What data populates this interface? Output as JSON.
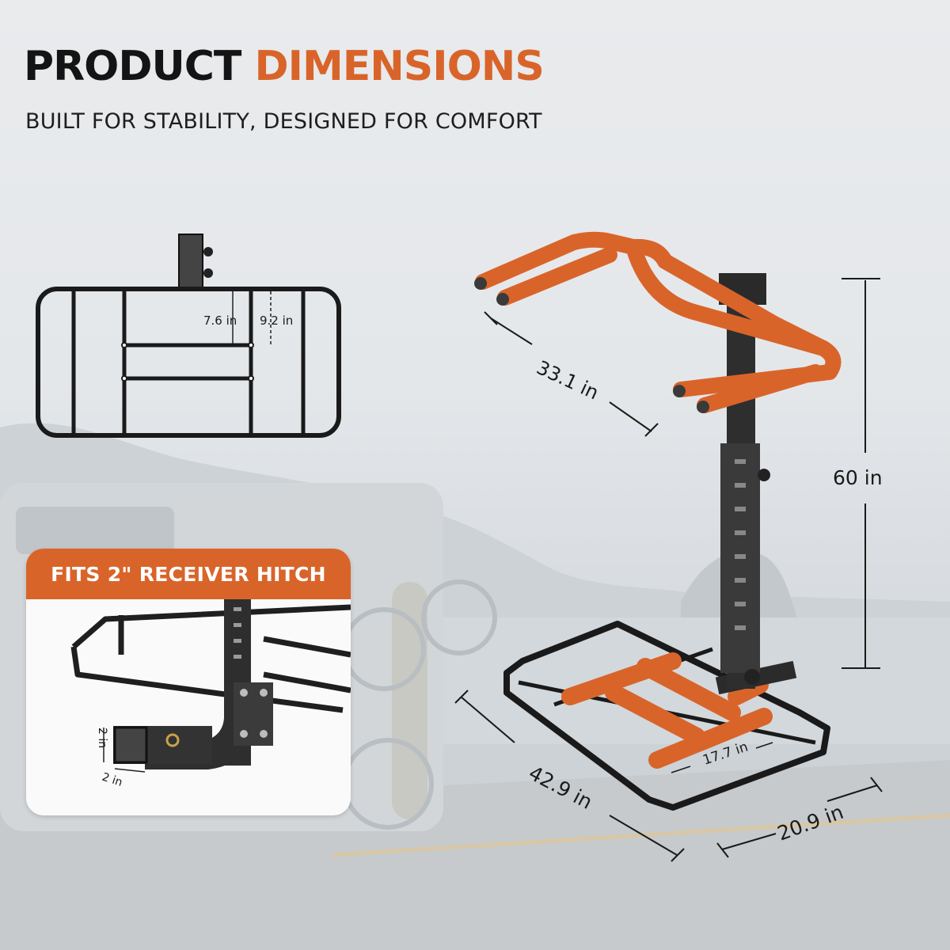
{
  "heading": {
    "part1": "PRODUCT",
    "part2": "DIMENSIONS"
  },
  "subheading": "BUILT FOR STABILITY, DESIGNED FOR COMFORT",
  "colors": {
    "accent": "#d9642a",
    "frame": "#1a1a1a",
    "padding": "#e07a36",
    "text": "#141414"
  },
  "top_view": {
    "dim_inner": "7.6 in",
    "dim_outer": "9.2 in"
  },
  "hitch_card": {
    "title": "FITS 2\" RECEIVER HITCH",
    "dim_height": "2 in",
    "dim_width": "2 in"
  },
  "rack": {
    "arm_width": "33.1 in",
    "height": "60 in",
    "base_length": "42.9 in",
    "base_width": "20.9 in",
    "pad_spacing": "17.7 in"
  }
}
